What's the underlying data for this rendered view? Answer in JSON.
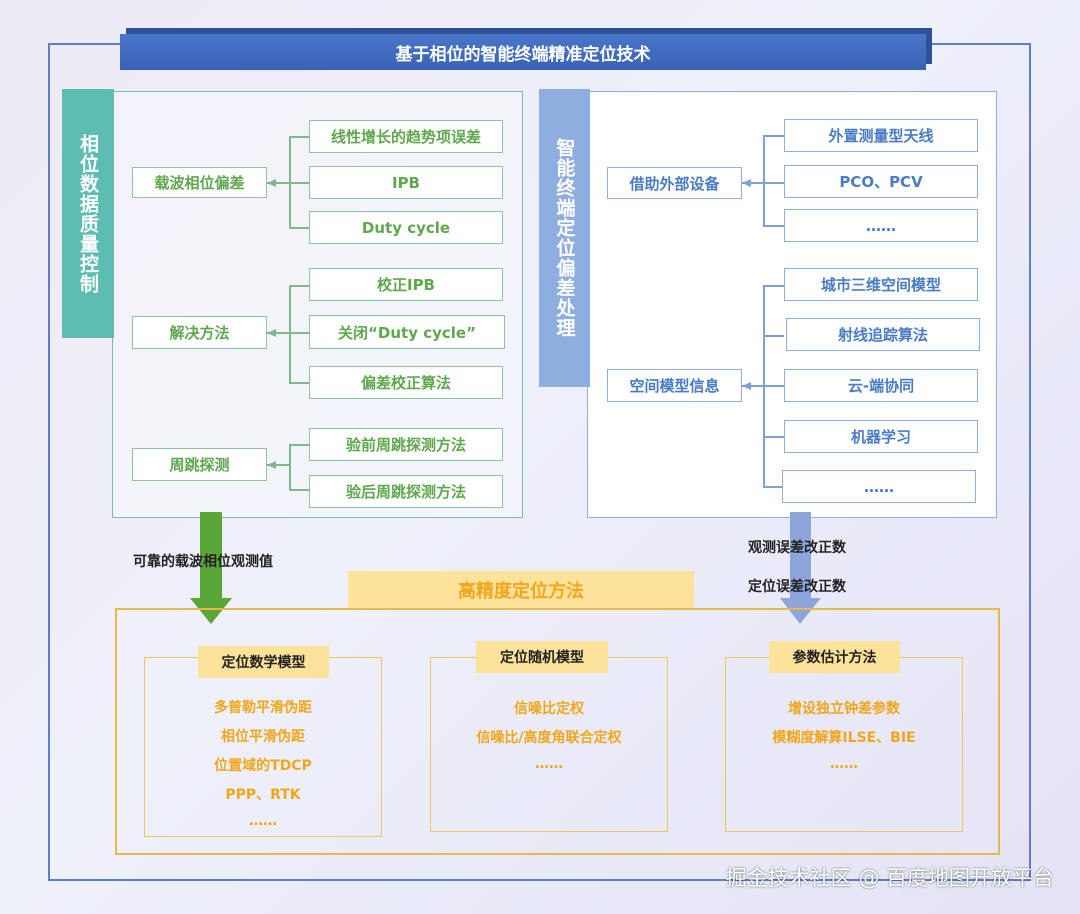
{
  "title": "基于相位的智能终端精准定位技术",
  "left_section": {
    "tag": "相位数据质量控制",
    "groups": [
      {
        "label": "载波相位偏差",
        "items": [
          "线性增长的趋势项误差",
          "IPB",
          "Duty cycle"
        ]
      },
      {
        "label": "解决方法",
        "items": [
          "校正IPB",
          "关闭“Duty cycle”",
          "偏差校正算法"
        ]
      },
      {
        "label": "周跳探测",
        "items": [
          "验前周跳探测方法",
          "验后周跳探测方法"
        ]
      }
    ]
  },
  "right_section": {
    "tag": "智能终端定位偏差处理",
    "groups": [
      {
        "label": "借助外部设备",
        "items": [
          "外置测量型天线",
          "PCO、PCV",
          "……"
        ]
      },
      {
        "label": "空间模型信息",
        "items": [
          "城市三维空间模型",
          "射线追踪算法",
          "云-端协同",
          "机器学习",
          "……"
        ]
      }
    ]
  },
  "arrows": {
    "left_label": "可靠的载波相位观测值",
    "right_label_1": "观测误差改正数",
    "right_label_2": "定位误差改正数"
  },
  "high_precision": {
    "label": "高精度定位方法",
    "panels": [
      {
        "head": "定位数学模型",
        "items": [
          "多普勒平滑伪距",
          "相位平滑伪距",
          "位置域的TDCP",
          "PPP、RTK",
          "……"
        ]
      },
      {
        "head": "定位随机模型",
        "items": [
          "信噪比定权",
          "信噪比/高度角联合定权",
          "……"
        ]
      },
      {
        "head": "参数估计方法",
        "items": [
          "增设独立钟差参数",
          "模糊度解算ILSE、BIE",
          "……"
        ]
      }
    ]
  },
  "watermark": "掘金技术社区 @ 百度地图开放平台",
  "colors": {
    "title_blue": "#3a62b4",
    "green": "#5fa84e",
    "teal": "#5dbdb2",
    "blue": "#4a7cc4",
    "orange": "#f0a71d",
    "yellow_fill": "#fce29a"
  }
}
